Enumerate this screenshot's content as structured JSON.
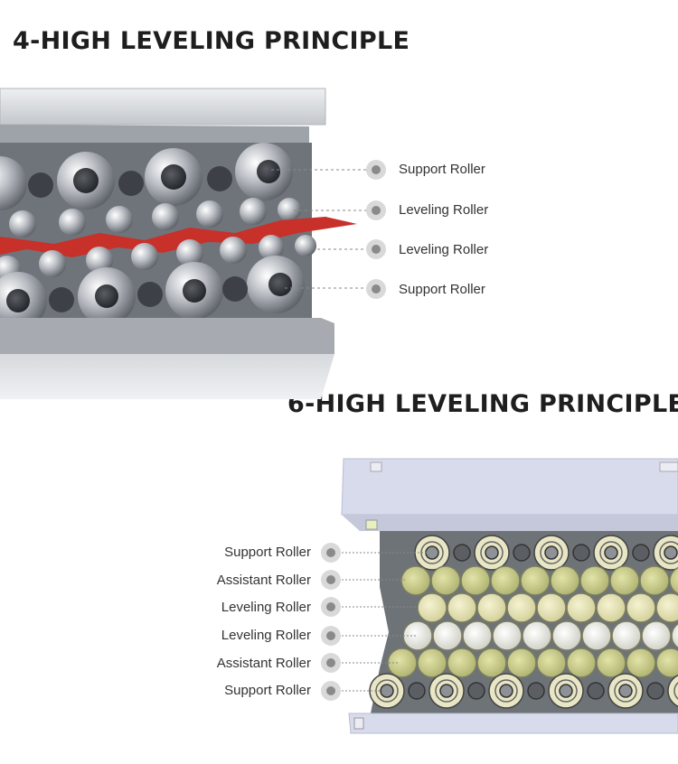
{
  "four_high": {
    "title": "4-HIGH LEVELING PRINCIPLE",
    "labels": [
      "Support Roller",
      "Leveling Roller",
      "Leveling Roller",
      "Support Roller"
    ]
  },
  "six_high": {
    "title": "6-HIGH LEVELING PRINCIPLE",
    "labels": [
      "Support Roller",
      "Assistant Roller",
      "Leveling Roller",
      "Leveling Roller",
      "Assistant Roller",
      "Support Roller"
    ]
  },
  "colors": {
    "strip": "#c8302a",
    "steel": "#b9bdc3",
    "roller_cream": "#e6e3b4",
    "roller_green": "#c9cc8e",
    "frame_blue": "#d7dbec",
    "marker": "#8a8a8a"
  }
}
